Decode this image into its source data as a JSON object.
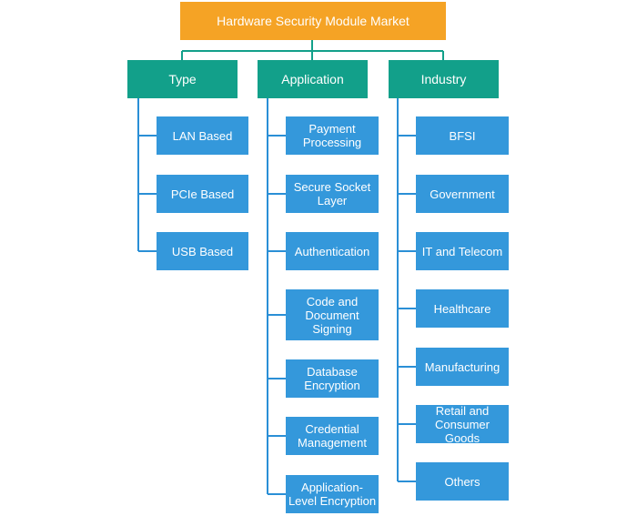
{
  "root": "Hardware Security Module Market",
  "categories": [
    {
      "label": "Type",
      "items": [
        "LAN Based",
        "PCIe Based",
        "USB Based"
      ]
    },
    {
      "label": "Application",
      "items": [
        "Payment Processing",
        "Secure Socket Layer",
        "Authentication",
        "Code and Document Signing",
        "Database Encryption",
        "Credential Management",
        "Application-Level Encryption"
      ]
    },
    {
      "label": "Industry",
      "items": [
        "BFSI",
        "Government",
        "IT and Telecom",
        "Healthcare",
        "Manufacturing",
        "Retail and Consumer Goods",
        "Others"
      ]
    }
  ],
  "colors": {
    "root": "#f5a325",
    "category": "#12a08a",
    "leaf": "#3498db",
    "connector": "#2a8fd6"
  }
}
